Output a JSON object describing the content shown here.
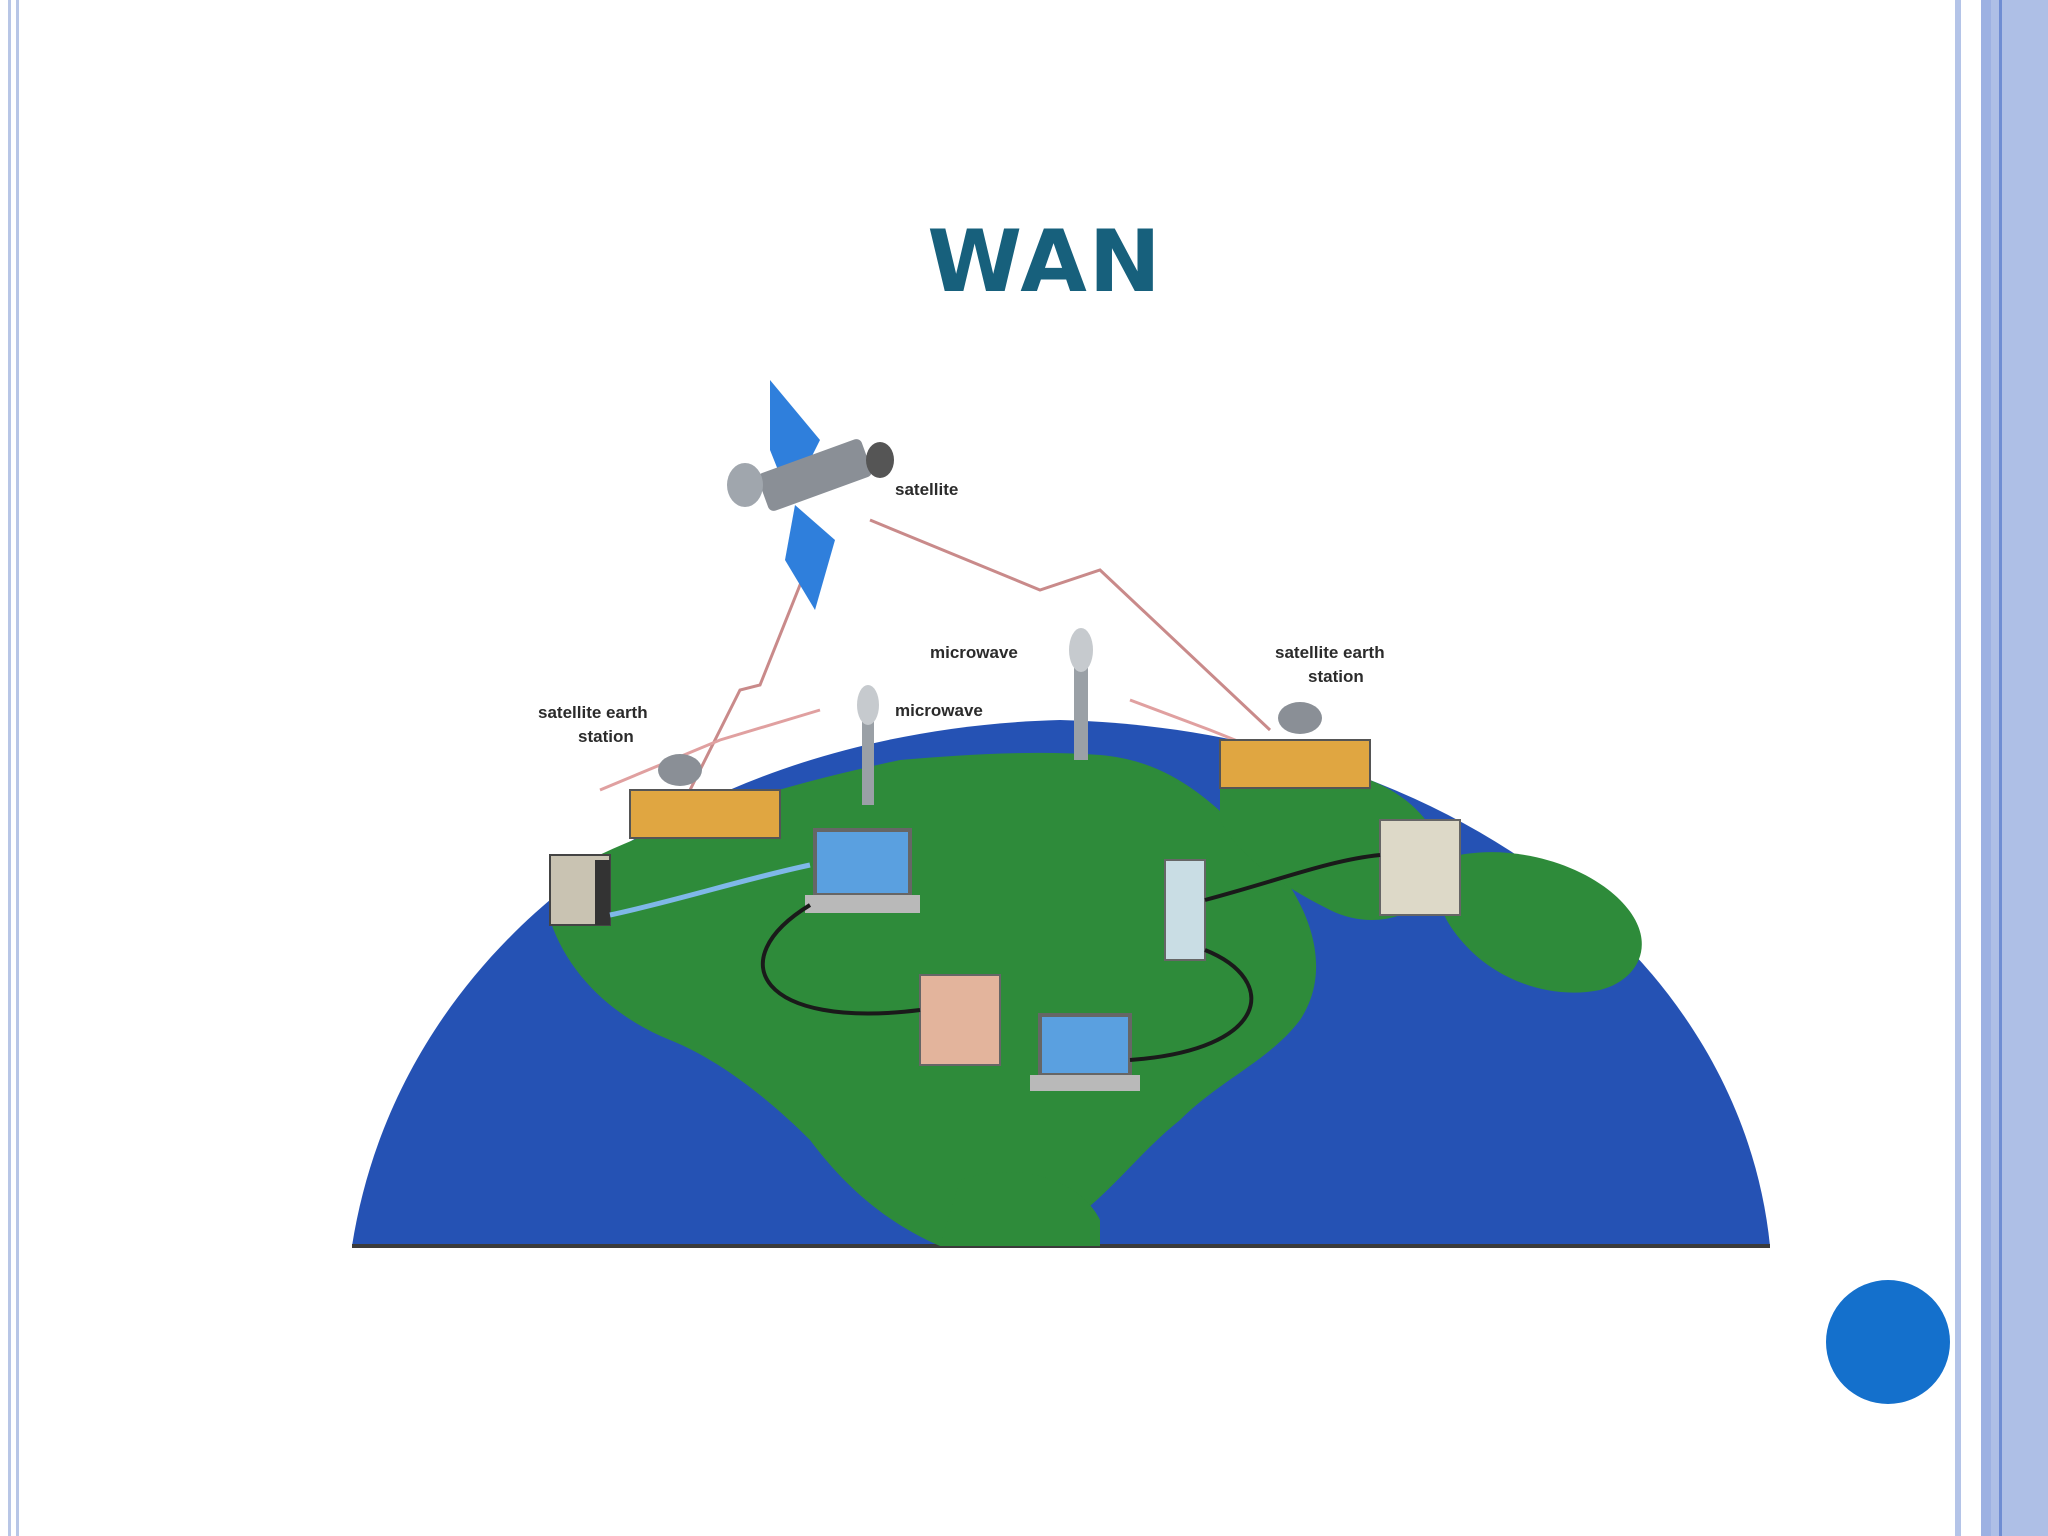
{
  "slide": {
    "title": "WAN"
  },
  "diagram": {
    "labels": {
      "satellite": "satellite",
      "earth_station_left_1": "satellite earth",
      "earth_station_left_2": "station",
      "earth_station_right_1": "satellite earth",
      "earth_station_right_2": "station",
      "microwave_top": "microwave",
      "microwave_mid": "microwave"
    }
  },
  "colors": {
    "title": "#17607c",
    "ocean": "#2552b4",
    "land": "#2e8b3a",
    "accent_dot": "#1470cc",
    "frame": "#aebfe6"
  }
}
